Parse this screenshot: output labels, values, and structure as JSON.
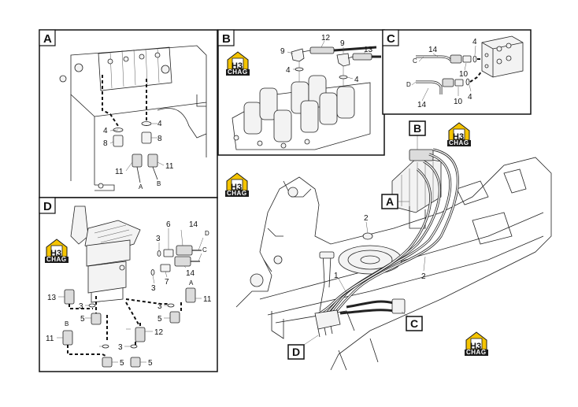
{
  "logo": {
    "h_letter": "H",
    "h_num": "3",
    "text": "CHAG",
    "color_yellow": "#f5c400",
    "color_dark": "#1a1a1a"
  },
  "panels": {
    "A": {
      "letter": "A",
      "labels": [
        "4",
        "4",
        "8",
        "8",
        "11",
        "11",
        "A",
        "B"
      ]
    },
    "B": {
      "letter": "B",
      "labels": [
        "12",
        "9",
        "9",
        "13",
        "4",
        "4"
      ]
    },
    "C": {
      "letter": "C",
      "labels": [
        "14",
        "4",
        "C",
        "10",
        "D",
        "14",
        "10",
        "4"
      ]
    },
    "D": {
      "letter": "D",
      "labels": [
        "14",
        "D",
        "3",
        "6",
        "C",
        "3",
        "7",
        "14",
        "13",
        "A",
        "5",
        "3",
        "11",
        "5",
        "B",
        "3",
        "12",
        "11",
        "3",
        "5",
        "5"
      ]
    }
  },
  "main": {
    "callouts": [
      "B",
      "A",
      "C",
      "D"
    ],
    "labels": [
      "2",
      "1",
      "2"
    ]
  }
}
